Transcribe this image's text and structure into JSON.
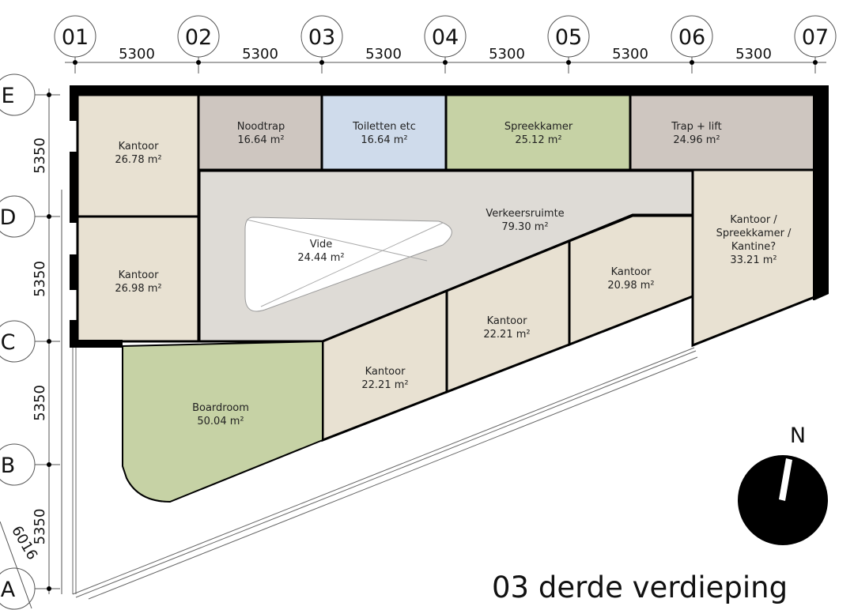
{
  "title": "03 derde verdieping",
  "compass_label": "N",
  "grid_columns": [
    "01",
    "02",
    "03",
    "04",
    "05",
    "06",
    "07"
  ],
  "column_spacing": [
    "5300",
    "5300",
    "5300",
    "5300",
    "5300",
    "5300"
  ],
  "grid_rows": [
    "E",
    "D",
    "C",
    "B",
    "A"
  ],
  "row_spacing": [
    "5350",
    "5350",
    "5350",
    "5350"
  ],
  "diagonal_dimension": "6016",
  "colors": {
    "office": "#e8e1d2",
    "stair": "#cec6c0",
    "toilet": "#cfdbeb",
    "meeting": "#c6d2a5",
    "circulation": "#dedbd6",
    "wall": "#000000"
  },
  "rooms": [
    {
      "name": "Kantoor",
      "area": "26.78 m²"
    },
    {
      "name": "Noodtrap",
      "area": "16.64 m²"
    },
    {
      "name": "Toiletten etc",
      "area": "16.64 m²"
    },
    {
      "name": "Spreekkamer",
      "area": "25.12 m²"
    },
    {
      "name": "Trap + lift",
      "area": "24.96 m²"
    },
    {
      "name": "Kantoor",
      "area": "26.98 m²"
    },
    {
      "name": "Verkeersruimte",
      "area": "79.30 m²"
    },
    {
      "name": "Vide",
      "area": "24.44 m²"
    },
    {
      "name_lines": [
        "Kantoor /",
        "Spreekkamer /",
        "Kantine?"
      ],
      "area": "33.21 m²"
    },
    {
      "name": "Kantoor",
      "area": "20.98 m²"
    },
    {
      "name": "Kantoor",
      "area": "22.21 m²"
    },
    {
      "name": "Kantoor",
      "area": "22.21 m²"
    },
    {
      "name": "Boardroom",
      "area": "50.04 m²"
    }
  ]
}
